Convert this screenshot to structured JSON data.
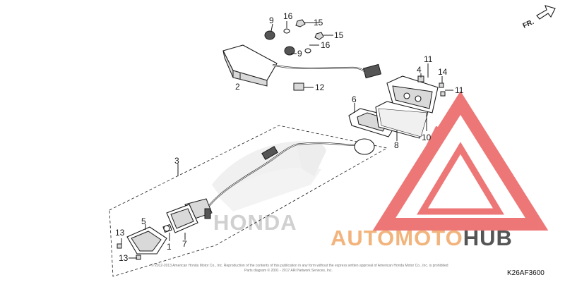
{
  "direction_label": "FR.",
  "diagram_code": "K26AF3600",
  "copyright": "© 2012-2013 American Honda Motor Co., Inc. Reproduction of the contents of this publication in any form without the express written approval of American Honda Motor Co., Inc. is prohibited",
  "copyright_line2": "Parts diagram © 2001 - 2017 ARI Network Services, Inc.",
  "background_logo_text": "HONDA",
  "watermark": {
    "part1": "AUTOMOTO",
    "part2": "HUB",
    "color1": "#f2b47c",
    "color2": "#555555",
    "logo_color": "#e84a4a"
  },
  "callouts": {
    "c1": "1",
    "c2": "2",
    "c3": "3",
    "c4": "4",
    "c5": "5",
    "c6": "6",
    "c7": "7",
    "c8": "8",
    "c9a": "9",
    "c9b": "9",
    "c10": "10",
    "c11a": "11",
    "c11b": "11",
    "c12": "12",
    "c13a": "13",
    "c13b": "13",
    "c14": "14",
    "c15a": "15",
    "c15b": "15",
    "c16a": "16",
    "c16b": "16"
  }
}
